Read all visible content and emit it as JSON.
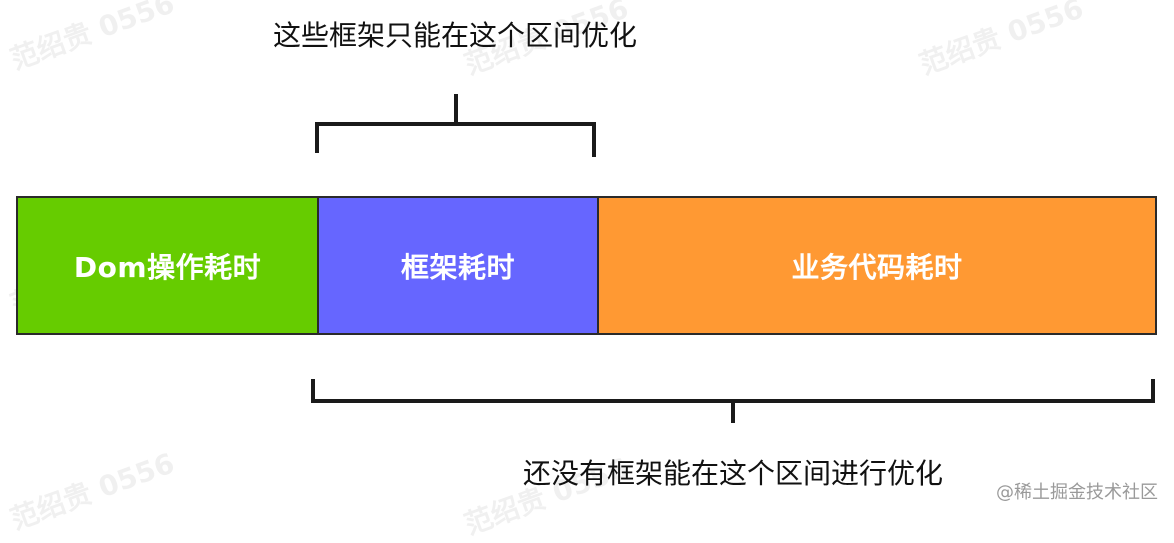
{
  "captions": {
    "top": "这些框架只能在这个区间优化",
    "bottom": "还没有框架能在这个区间进行优化"
  },
  "bar": {
    "segments": [
      {
        "label": "Dom操作耗时",
        "color": "#66cc00"
      },
      {
        "label": "框架耗时",
        "color": "#6666ff"
      },
      {
        "label": "业务代码耗时",
        "color": "#ff9933"
      }
    ]
  },
  "watermark": {
    "text": "范绍贵 0556"
  },
  "footer": {
    "brand": "@稀土掘金技术社区"
  }
}
